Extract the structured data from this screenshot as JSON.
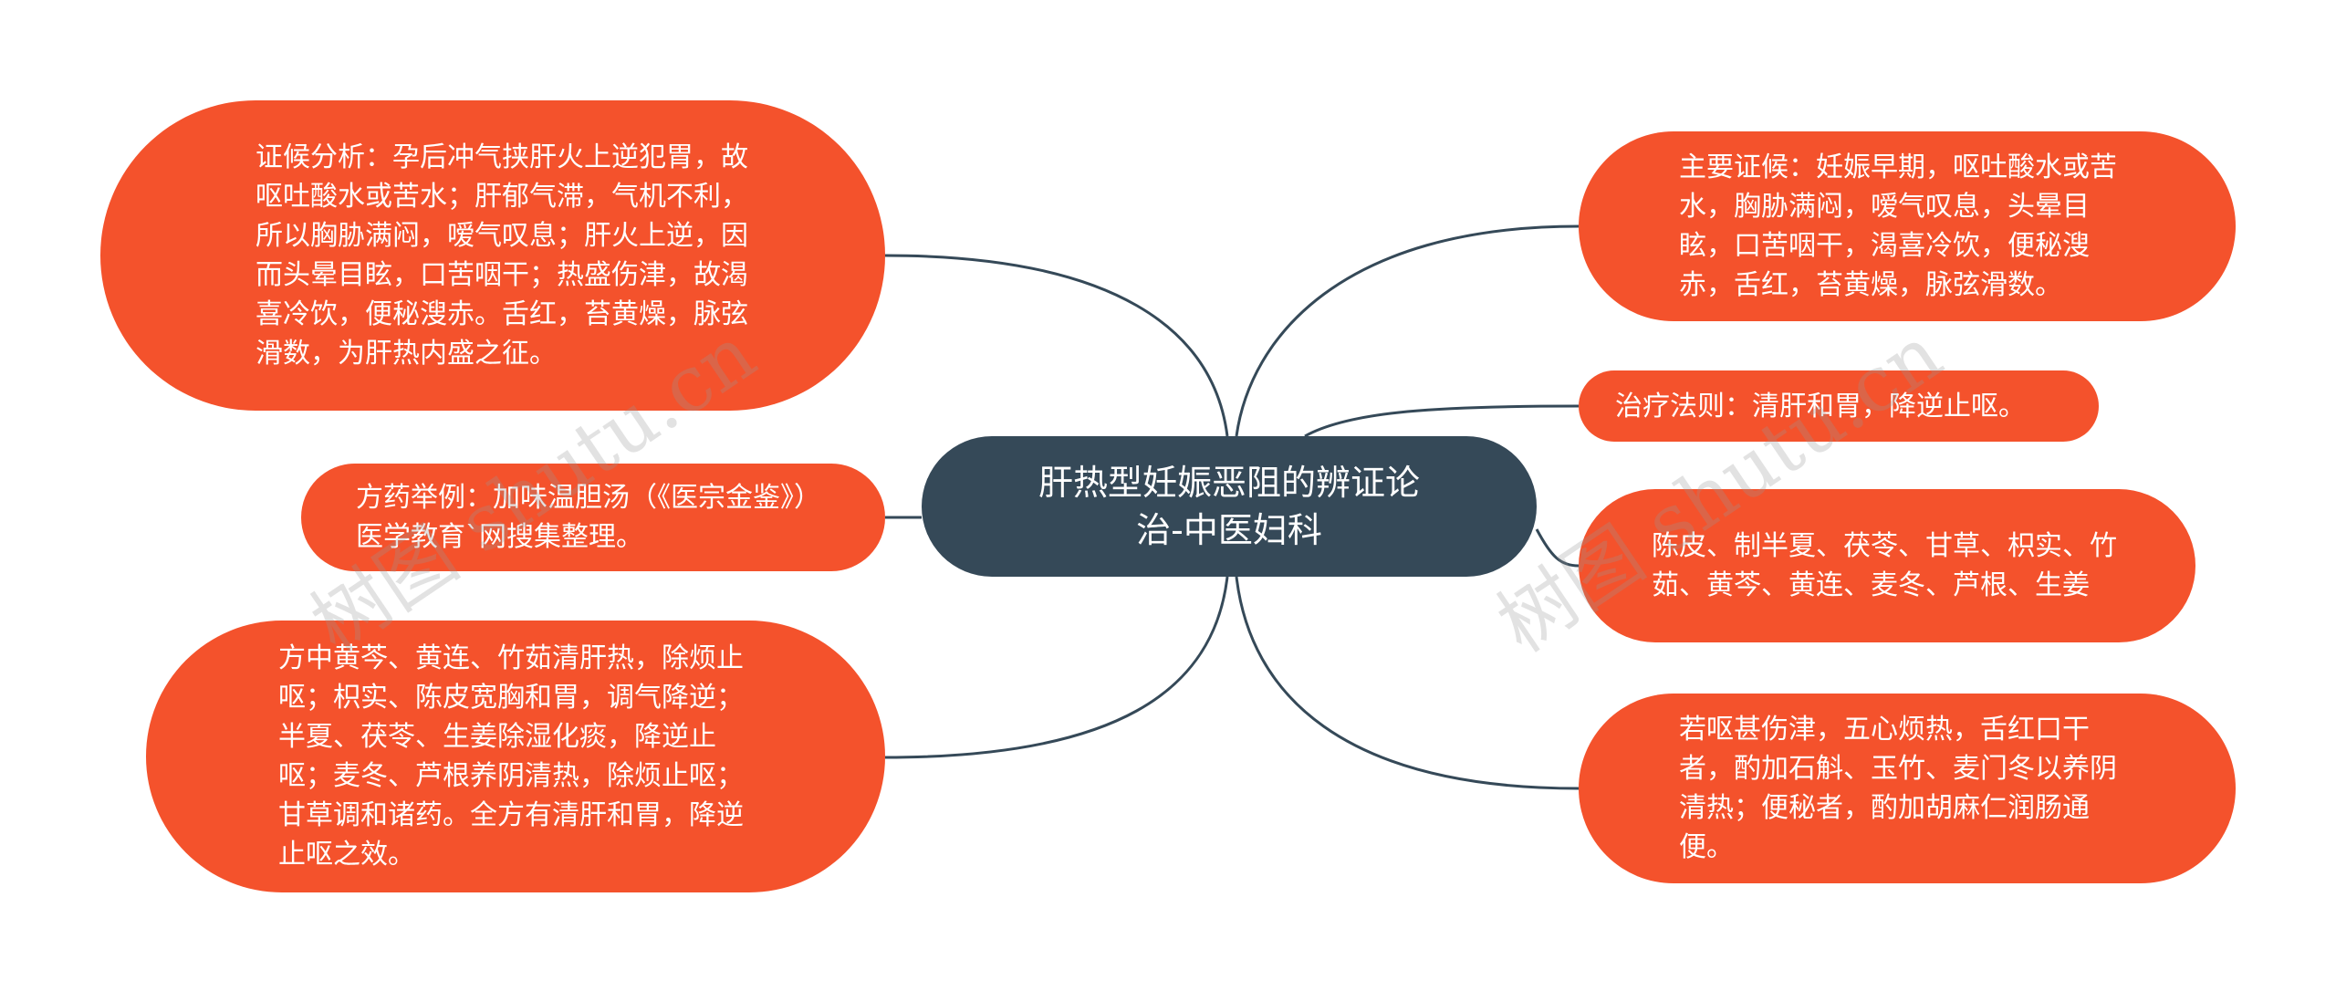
{
  "center": {
    "title_line1": "肝热型妊娠恶阻的辨证论",
    "title_line2": "治-中医妇科"
  },
  "left_nodes": {
    "analysis": "证候分析：孕后冲气挟肝火上逆犯胃，故呕吐酸水或苦水；肝郁气滞，气机不利，所以胸胁满闷，嗳气叹息；肝火上逆，因而头晕目眩，口苦咽干；热盛伤津，故渴喜冷饮，便秘溲赤。舌红，苔黄燥，脉弦滑数，为肝热内盛之征。",
    "formula": "方药举例：加味温胆汤（《医宗金鉴》）医学教育`网搜集整理。",
    "explanation": "方中黄芩、黄连、竹茹清肝热，除烦止呕；枳实、陈皮宽胸和胃，调气降逆；半夏、茯苓、生姜除湿化痰，降逆止呕；麦冬、芦根养阴清热，除烦止呕；甘草调和诸药。全方有清肝和胃，降逆止呕之效。"
  },
  "right_nodes": {
    "symptoms": "主要证候：妊娠早期，呕吐酸水或苦水，胸胁满闷，嗳气叹息，头晕目眩，口苦咽干，渴喜冷饮，便秘溲赤，舌红，苔黄燥，脉弦滑数。",
    "principle": "治疗法则：清肝和胃，降逆止呕。",
    "herbs": "陈皮、制半夏、茯苓、甘草、枳实、竹茹、黄芩、黄连、麦冬、芦根、生姜",
    "addition": "若呕甚伤津，五心烦热，舌红口干者，酌加石斛、玉竹、麦门冬以养阴清热；便秘者，酌加胡麻仁润肠通便。"
  },
  "watermark": "树图 shutu.cn",
  "colors": {
    "center_bg": "#354958",
    "leaf_bg": "#f4522c",
    "connector": "#354958",
    "text": "#ffffff"
  }
}
